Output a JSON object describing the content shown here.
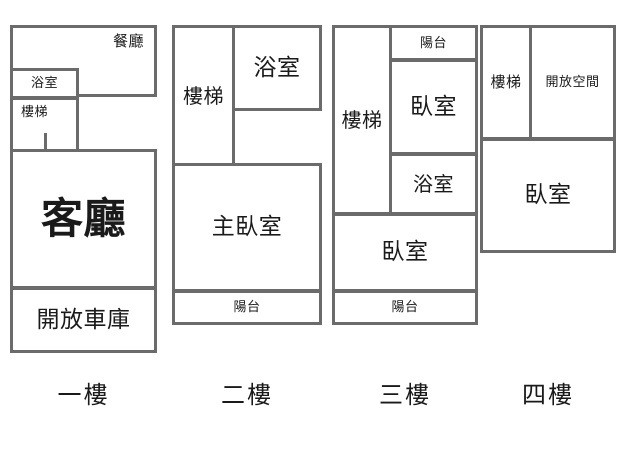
{
  "diagram": {
    "type": "architectural-floor-plan",
    "stroke_color": "#6b6b6b",
    "background_color": "#ffffff",
    "text_color": "#1a1a1a",
    "floor_count": 4
  },
  "floors": [
    {
      "caption": "一樓",
      "rooms": [
        {
          "name": "dining-room",
          "label": "餐廳"
        },
        {
          "name": "bathroom",
          "label": "浴室"
        },
        {
          "name": "staircase",
          "label": "樓梯"
        },
        {
          "name": "living-room",
          "label": "客廳"
        },
        {
          "name": "open-garage",
          "label": "開放車庫"
        }
      ]
    },
    {
      "caption": "二樓",
      "rooms": [
        {
          "name": "staircase",
          "label": "樓梯"
        },
        {
          "name": "bathroom",
          "label": "浴室"
        },
        {
          "name": "master-bedroom",
          "label": "主臥室"
        },
        {
          "name": "balcony",
          "label": "陽台"
        }
      ]
    },
    {
      "caption": "三樓",
      "rooms": [
        {
          "name": "staircase",
          "label": "樓梯"
        },
        {
          "name": "balcony-upper",
          "label": "陽台"
        },
        {
          "name": "bedroom-upper",
          "label": "臥室"
        },
        {
          "name": "bathroom",
          "label": "浴室"
        },
        {
          "name": "bedroom-lower",
          "label": "臥室"
        },
        {
          "name": "balcony-lower",
          "label": "陽台"
        }
      ]
    },
    {
      "caption": "四樓",
      "rooms": [
        {
          "name": "staircase",
          "label": "樓梯"
        },
        {
          "name": "open-space",
          "label": "開放空間"
        },
        {
          "name": "bedroom",
          "label": "臥室"
        }
      ]
    }
  ]
}
